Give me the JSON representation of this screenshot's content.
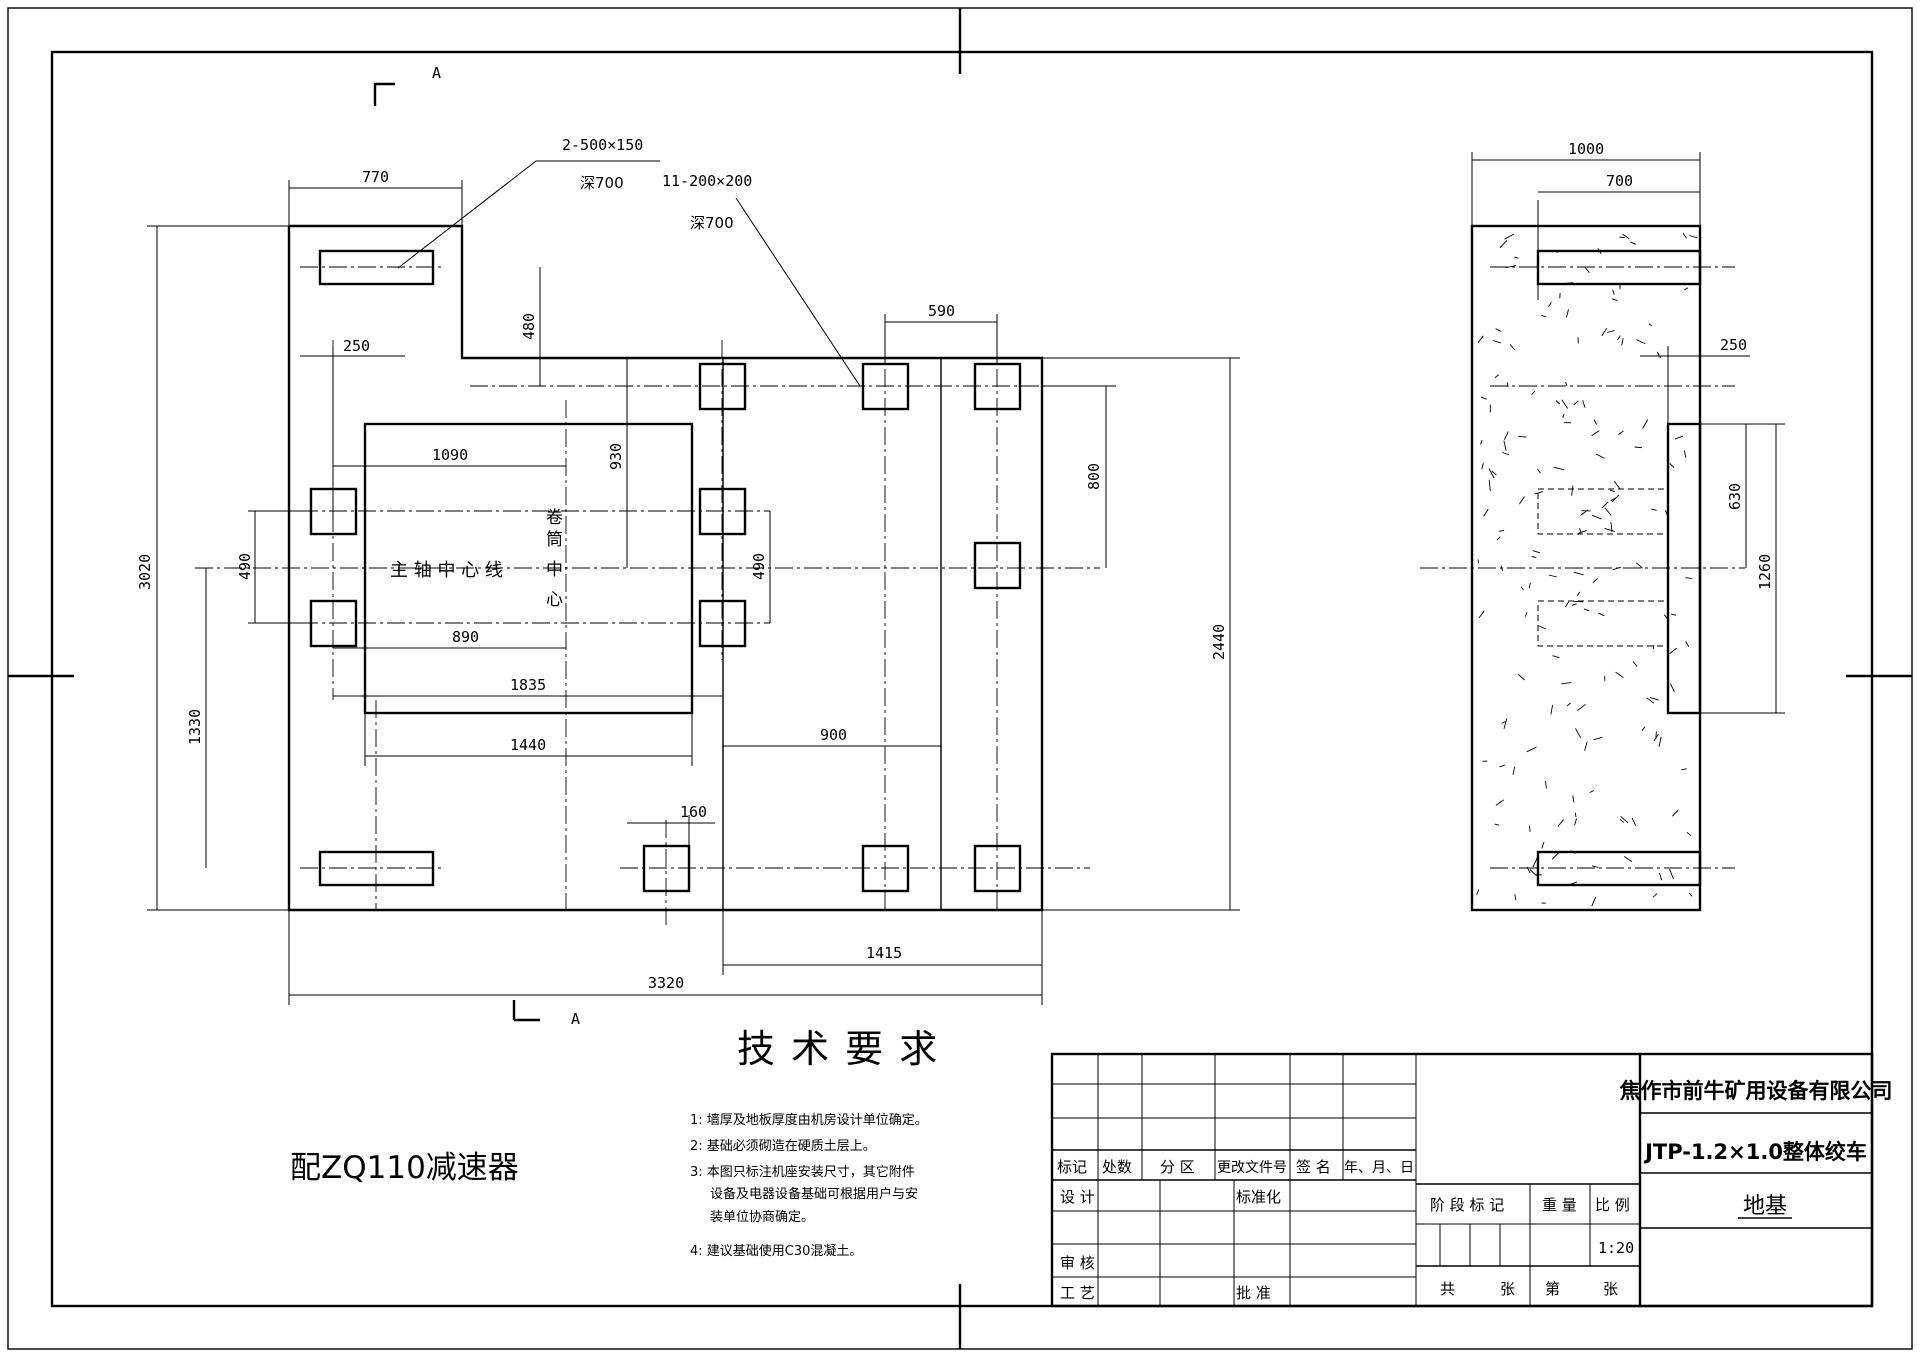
{
  "section_marks": {
    "top": "A",
    "bottom": "A"
  },
  "dims": {
    "d770": "770",
    "d250": "250",
    "d480": "480",
    "d1090": "1090",
    "d930": "930",
    "d590": "590",
    "d800": "800",
    "d490a": "490",
    "d490b": "490",
    "d890": "890",
    "d1835": "1835",
    "d1440": "1440",
    "d900": "900",
    "d160": "160",
    "d1415": "1415",
    "d3320": "3320",
    "d3020": "3020",
    "d1330": "1330",
    "d2440": "2440",
    "s1000": "1000",
    "s700": "700",
    "s250": "250",
    "s630": "630",
    "s1260": "1260"
  },
  "callouts": {
    "slot_spec": "2-500×150",
    "slot_depth": "深700",
    "hole_spec": "11-200×200",
    "hole_depth": "深700"
  },
  "labels": {
    "main_axis": "主 轴 中 心 线",
    "drum_center": [
      "卷",
      "筒",
      "中",
      "心"
    ],
    "reducer": "配ZQ110减速器"
  },
  "tech": {
    "title": "技 术 要 求",
    "lines": [
      "1: 墙厚及地板厚度由机房设计单位确定。",
      "2: 基础必须砌造在硬质土层上。",
      "3: 本图只标注机座安装尺寸，其它附件",
      "设备及电器设备基础可根据用户与安",
      "装单位协商确定。",
      "4: 建议基础使用C30混凝土。"
    ]
  },
  "title_block": {
    "company": "焦作市前牛矿用设备有限公司",
    "product": "JTP-1.2×1.0整体绞车",
    "drawing_name": "地基",
    "rev_headers": [
      "标记",
      "处数",
      "分 区",
      "更改文件号",
      "签 名",
      "年、月、日"
    ],
    "design": "设 计",
    "standard": "标准化",
    "review": "审 核",
    "process": "工 艺",
    "approve": "批 准",
    "stage_mark": "阶 段 标 记",
    "weight": "重 量",
    "scale_label": "比 例",
    "scale_value": "1:20",
    "total": "共",
    "sheets": "张",
    "sheet_no": "第",
    "sheets2": "张"
  }
}
